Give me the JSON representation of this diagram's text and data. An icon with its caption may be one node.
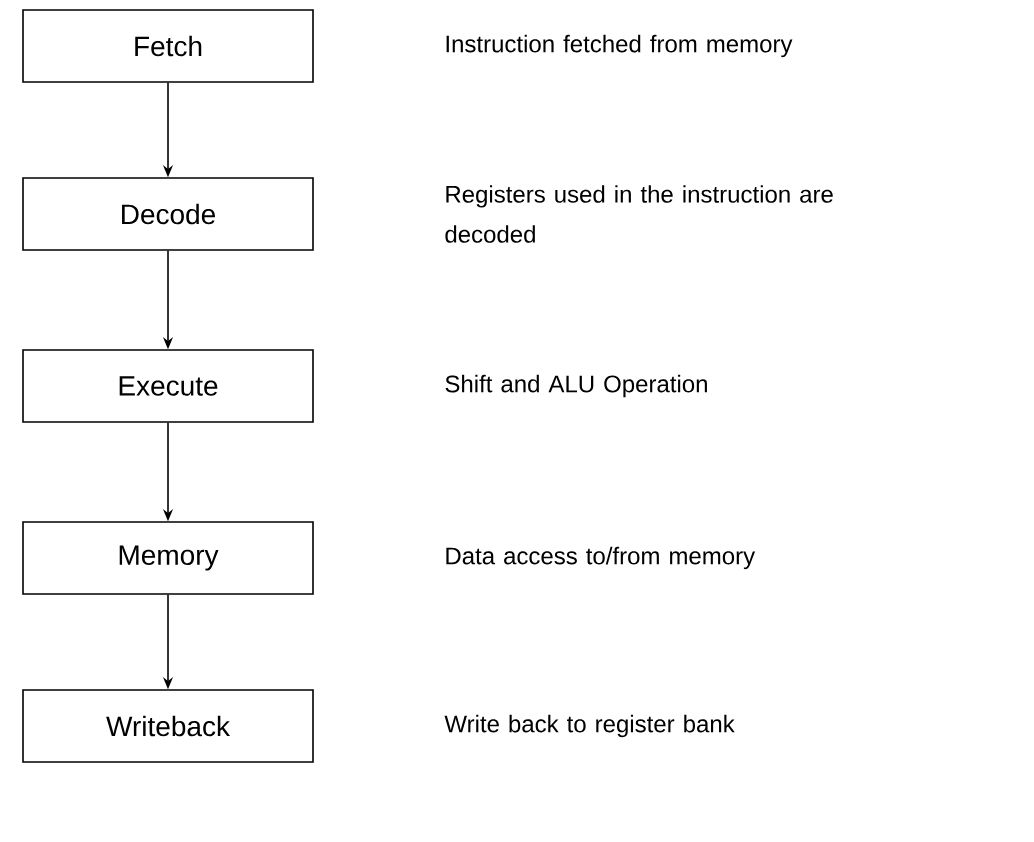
{
  "diagram": {
    "nodes": [
      {
        "text": [
          "Fetch"
        ]
      },
      {
        "text": [
          "Decode"
        ]
      },
      {
        "text": [
          "Execute"
        ]
      },
      {
        "text": [
          "Memory"
        ]
      },
      {
        "text": [
          "Writeback"
        ]
      }
    ],
    "edges": [
      {
        "from": 0,
        "to": 1,
        "arrow": "to"
      },
      {
        "from": 1,
        "to": 2,
        "arrow": "to"
      },
      {
        "from": 2,
        "to": 3,
        "arrow": "to"
      },
      {
        "from": 3,
        "to": 4,
        "arrow": "to"
      }
    ],
    "labels": [
      "Instruction fetched from memory",
      "Registers used in the instruction are decoded",
      "Shift and ALU Operation",
      "Data access to/from memory",
      "Write back to register bank"
    ]
  }
}
